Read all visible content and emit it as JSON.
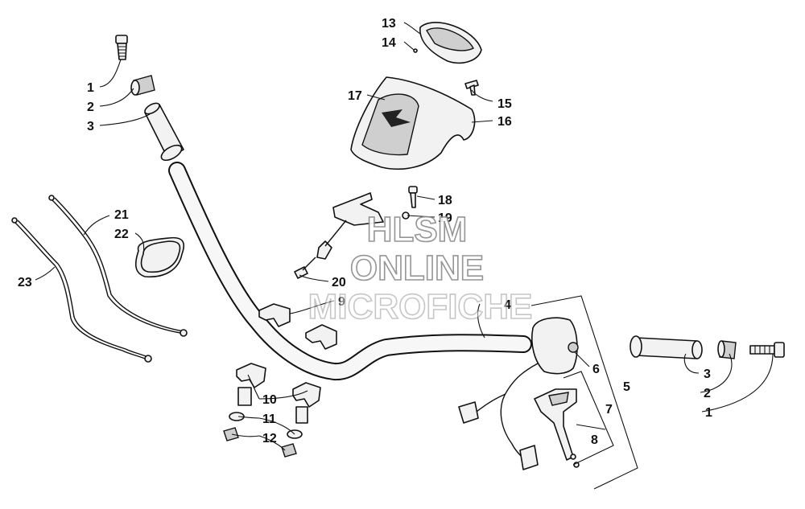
{
  "watermark": {
    "line1": "HLSM",
    "line2": "ONLINE",
    "line3": "MICROFICHE"
  },
  "callouts": {
    "c1_left": "1",
    "c2_left": "2",
    "c3_left": "3",
    "c4": "4",
    "c5": "5",
    "c6": "6",
    "c7": "7",
    "c8": "8",
    "c9": "9",
    "c10": "10",
    "c11": "11",
    "c12": "12",
    "c13": "13",
    "c14": "14",
    "c15": "15",
    "c16": "16",
    "c17": "17",
    "c18": "18",
    "c19": "19",
    "c20": "20",
    "c21": "21",
    "c22": "22",
    "c23": "23",
    "c3_right": "3",
    "c2_right": "2",
    "c1_right": "1"
  }
}
